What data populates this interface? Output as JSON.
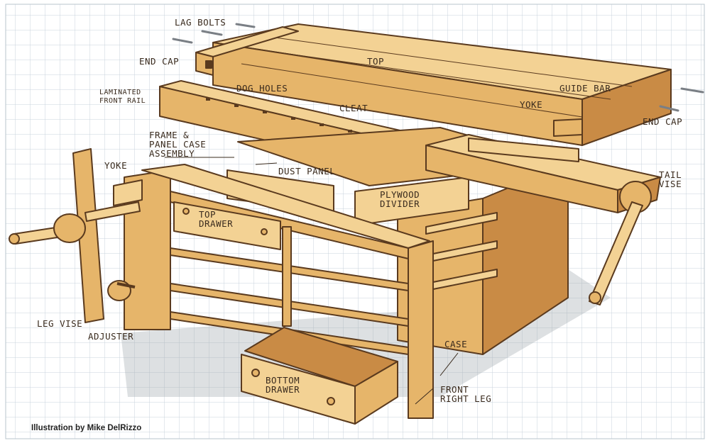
{
  "labels": {
    "lag_bolts": "LAG BOLTS",
    "end_cap_left": "END CAP",
    "top": "TOP",
    "laminated_front_rail": "LAMINATED\nFRONT RAIL",
    "dog_holes": "DOG HOLES",
    "cleat": "CLEAT",
    "guide_bar": "GUIDE BAR",
    "yoke_right": "YOKE",
    "end_cap_right": "END CAP",
    "frame_panel_case": "FRAME &\nPANEL CASE\nASSEMBLY",
    "dust_panel": "DUST PANEL",
    "yoke_left": "YOKE",
    "plywood_divider": "PLYWOOD\nDIVIDER",
    "tail_vise": "TAIL\nVISE",
    "top_drawer": "TOP\nDRAWER",
    "leg_vise": "LEG VISE",
    "adjuster": "ADJUSTER",
    "case": "CASE",
    "bottom_drawer": "BOTTOM\nDRAWER",
    "front_right_leg": "FRONT\nRIGHT LEG"
  },
  "credit": "Illustration by Mike DelRizzo",
  "colors": {
    "wood_light": "#f3d294",
    "wood_mid": "#e6b56a",
    "wood_dark": "#c98b45",
    "outline": "#5a3a1e",
    "grid": "#c9d3dc"
  }
}
